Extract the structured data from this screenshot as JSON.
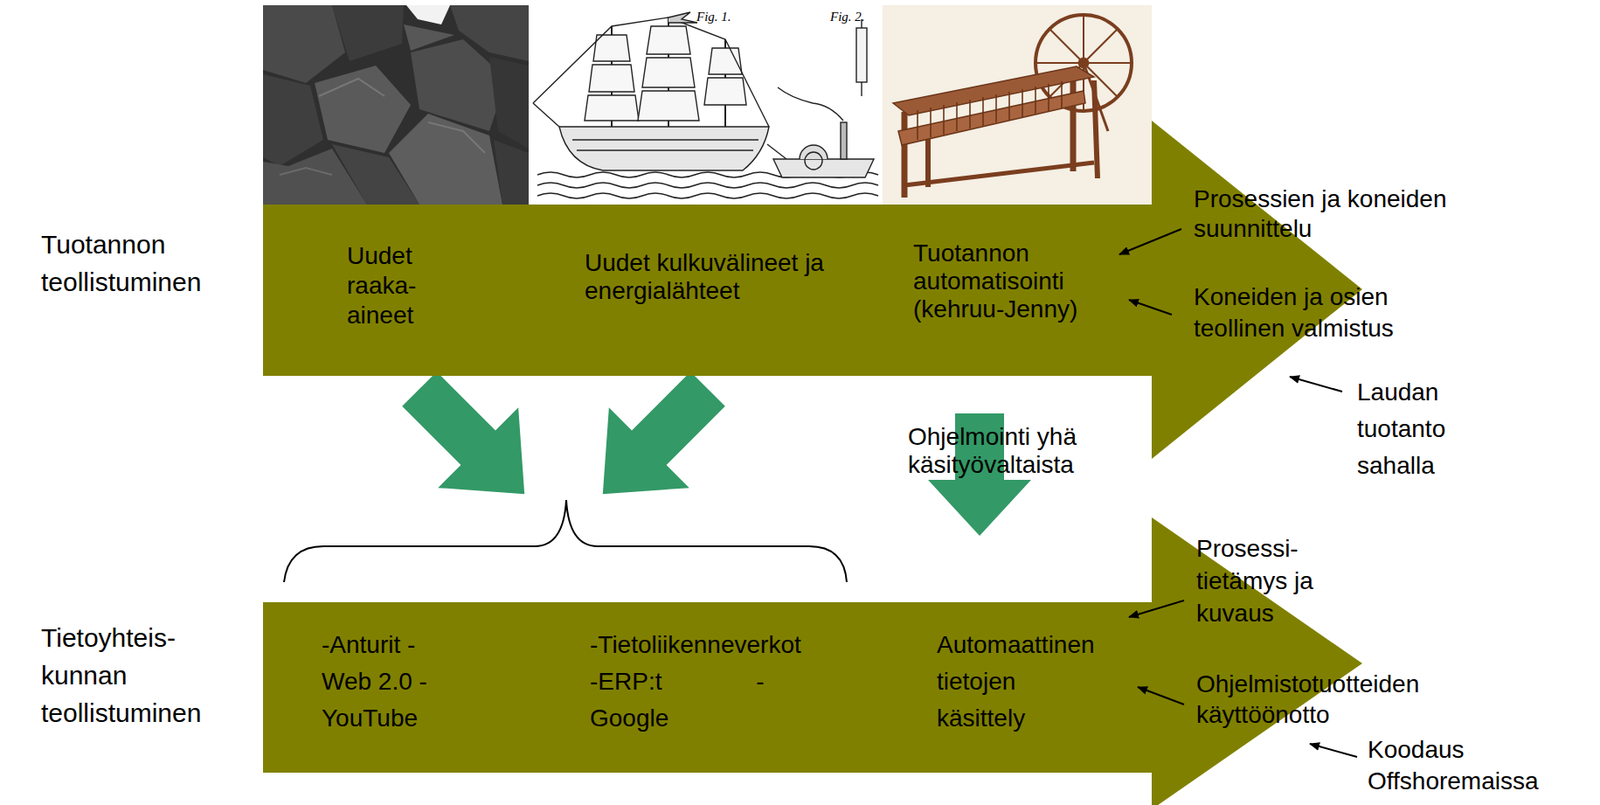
{
  "diagram": {
    "nodes": [
      {
        "text": [
          "Uudet raaka- aineet",
          "Uudet kulkuvälineet ja energialähteet",
          "Tuotannon automatisointi (kehruu-Jenny)"
        ]
      },
      {
        "text": [
          "-Anturit -Web 2.0 -YouTube",
          "-Tietoliikenneverkot -ERP:t -Google",
          "Automaattinen tietojen käsittely"
        ]
      }
    ],
    "labels": [
      "Fig. 1.",
      "Fig. 2.",
      "Tuotannon teollistuminen",
      "Prosessien ja koneiden suunnittelu",
      "Koneiden ja osien teollinen valmistus",
      "Laudan tuotanto sahalla",
      "Ohjelmointi yhä käsityövaltaista",
      "Tietoyhteis- kunnan teollistuminen",
      "Prosessi- tietämys ja kuvaus",
      "Ohjelmistotuotteiden käyttöönotto",
      "Koodaus Offshoremaissa"
    ]
  }
}
